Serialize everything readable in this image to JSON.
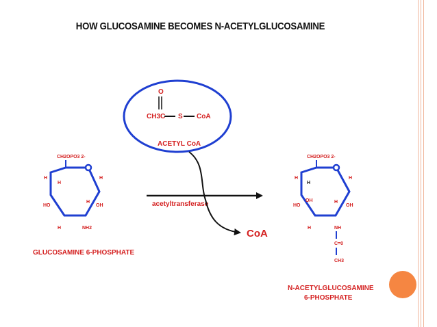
{
  "title": "HOW GLUCOSAMINE BECOMES N-ACETYLGLUCOSAMINE",
  "acetyl_coa": {
    "o": "O",
    "ch3c": "CH3C",
    "s": "S",
    "coa": "CoA",
    "label": "ACETYL CoA"
  },
  "left_molecule": {
    "group": "CH2OPO3 2-",
    "h_top_left": "H",
    "h_inner": "H",
    "h_right": "H",
    "ho": "HO",
    "h_mid": "H",
    "oh": "OH",
    "h_bottom": "H",
    "nh2": "NH2",
    "name": "GLUCOSAMINE  6-PHOSPHATE"
  },
  "right_molecule": {
    "group": "CH2OPO3 2-",
    "h_top_left": "H",
    "h_inner": "H",
    "h_right": "H",
    "ho": "HO",
    "oh_inner": "OH",
    "h_mid": "H",
    "oh": "OH",
    "h_bottom": "H",
    "nh": "NH",
    "c_o": "C=0",
    "ch3": "CH3",
    "name_line1": "N-ACETYLGLUCOSAMINE",
    "name_line2": "6-PHOSPHATE"
  },
  "enzyme": "acetyltransferase",
  "product_coa": "CoA",
  "colors": {
    "ring": "#1f3fd1",
    "ellipse": "#1f3fd1",
    "red_text": "#d42020",
    "black": "#111111",
    "accent": "#f58642"
  }
}
